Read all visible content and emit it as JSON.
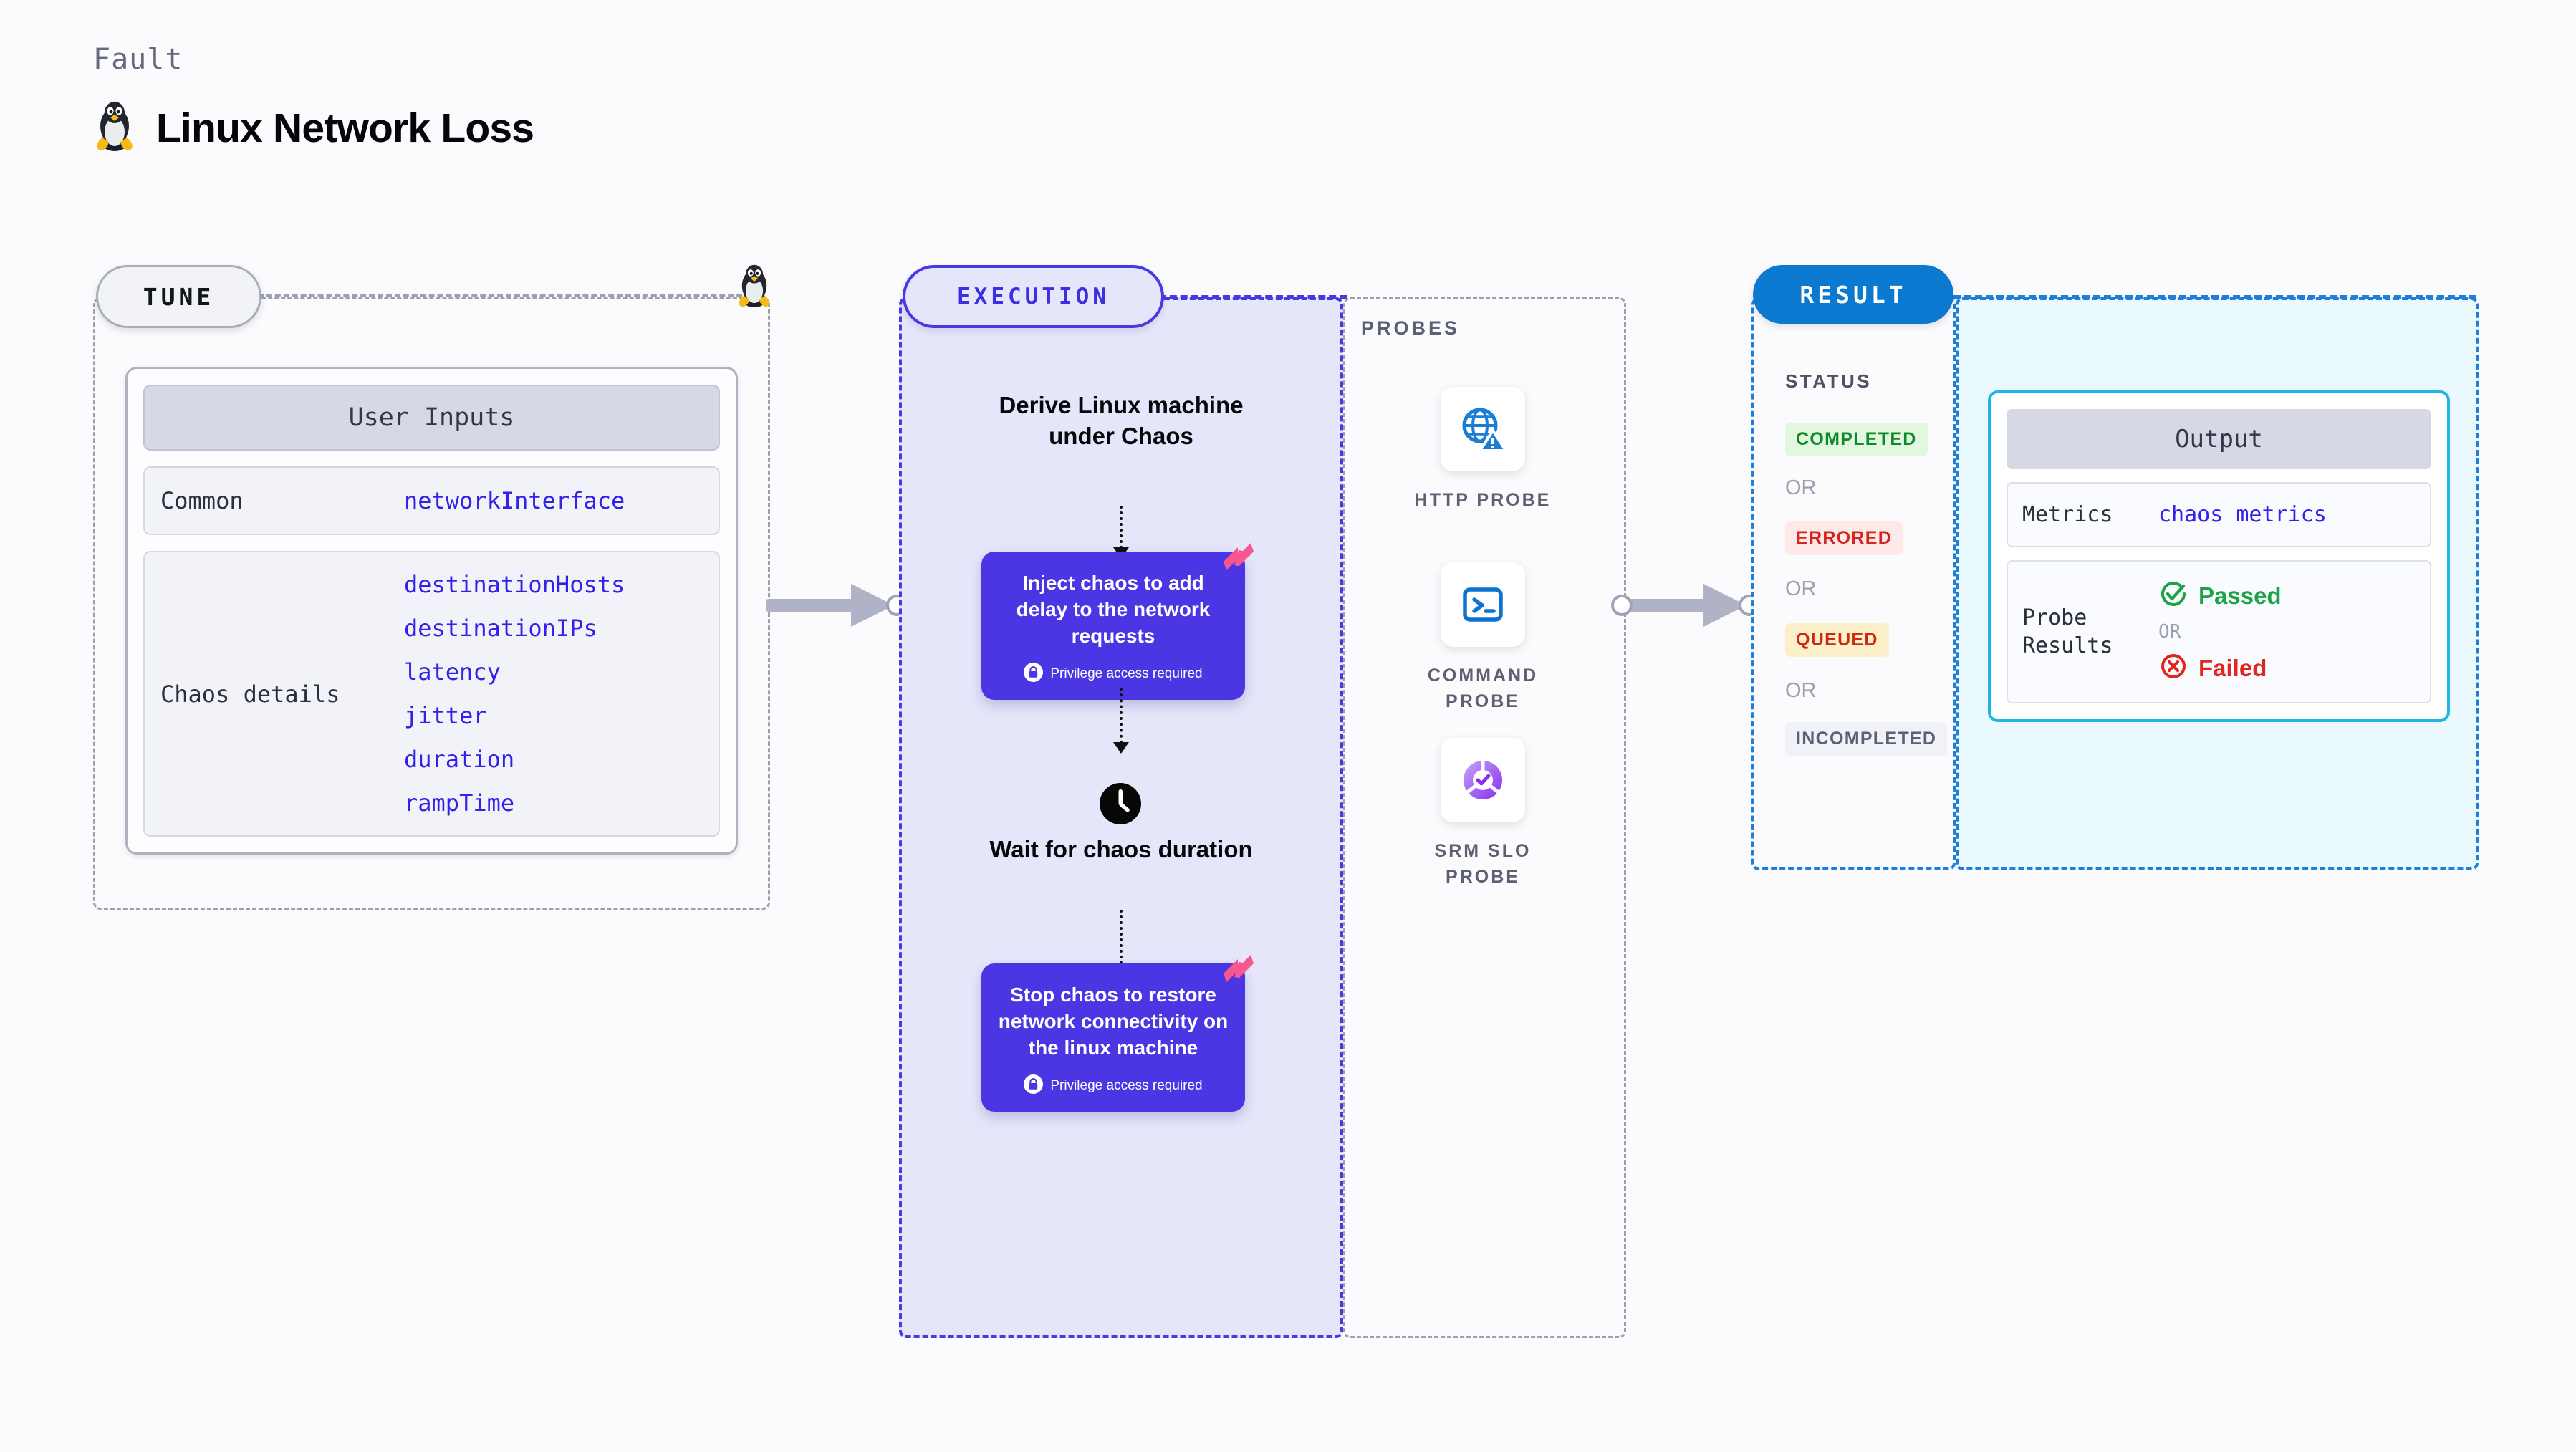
{
  "header": {
    "kicker": "Fault",
    "title": "Linux Network Loss",
    "icon": "linux-penguin-icon"
  },
  "tune": {
    "badge": "TUNE",
    "card_title": "User Inputs",
    "groups": [
      {
        "label": "Common",
        "values": [
          "networkInterface"
        ]
      },
      {
        "label": "Chaos details",
        "values": [
          "destinationHosts",
          "destinationIPs",
          "latency",
          "jitter",
          "duration",
          "rampTime"
        ]
      }
    ]
  },
  "execution": {
    "badge": "EXECUTION",
    "steps": [
      {
        "type": "text",
        "label": "Derive Linux machine under Chaos"
      },
      {
        "type": "card",
        "label": "Inject chaos to add delay to the network requests",
        "note": "Privilege access required",
        "note_icon": "lock-icon",
        "brand_icon": "harness-logo-icon"
      },
      {
        "type": "text",
        "label": "Wait for chaos duration",
        "icon": "clock-icon"
      },
      {
        "type": "card",
        "label": "Stop chaos to restore network connectivity on the linux machine",
        "note": "Privilege access required",
        "note_icon": "lock-icon",
        "brand_icon": "harness-logo-icon"
      }
    ]
  },
  "probes": {
    "label": "PROBES",
    "items": [
      {
        "name": "HTTP PROBE",
        "icon": "globe-warning-icon"
      },
      {
        "name": "COMMAND PROBE",
        "icon": "terminal-icon"
      },
      {
        "name": "SRM SLO PROBE",
        "icon": "slo-donut-check-icon"
      }
    ]
  },
  "result": {
    "badge": "RESULT",
    "status_label": "STATUS",
    "or_label": "OR",
    "statuses": [
      {
        "label": "COMPLETED",
        "color": "#0f8a28",
        "bg": "#e2f6e0"
      },
      {
        "label": "ERRORED",
        "color": "#d6231c",
        "bg": "#fdeae8"
      },
      {
        "label": "QUEUED",
        "color": "#cc2a12",
        "bg": "#fcf0cb"
      },
      {
        "label": "INCOMPLETED",
        "color": "#5b6073",
        "bg": "#f1f2f7"
      }
    ]
  },
  "output": {
    "title": "Output",
    "metrics_label": "Metrics",
    "metrics_value": "chaos metrics",
    "probe_results_label": "Probe Results",
    "passed_label": "Passed",
    "failed_label": "Failed",
    "or_label": "OR",
    "passed_icon": "check-circle-icon",
    "failed_icon": "x-circle-icon"
  },
  "connectors": [
    {
      "name": "tune-to-execution-arrow"
    },
    {
      "name": "probes-to-result-arrow"
    }
  ]
}
